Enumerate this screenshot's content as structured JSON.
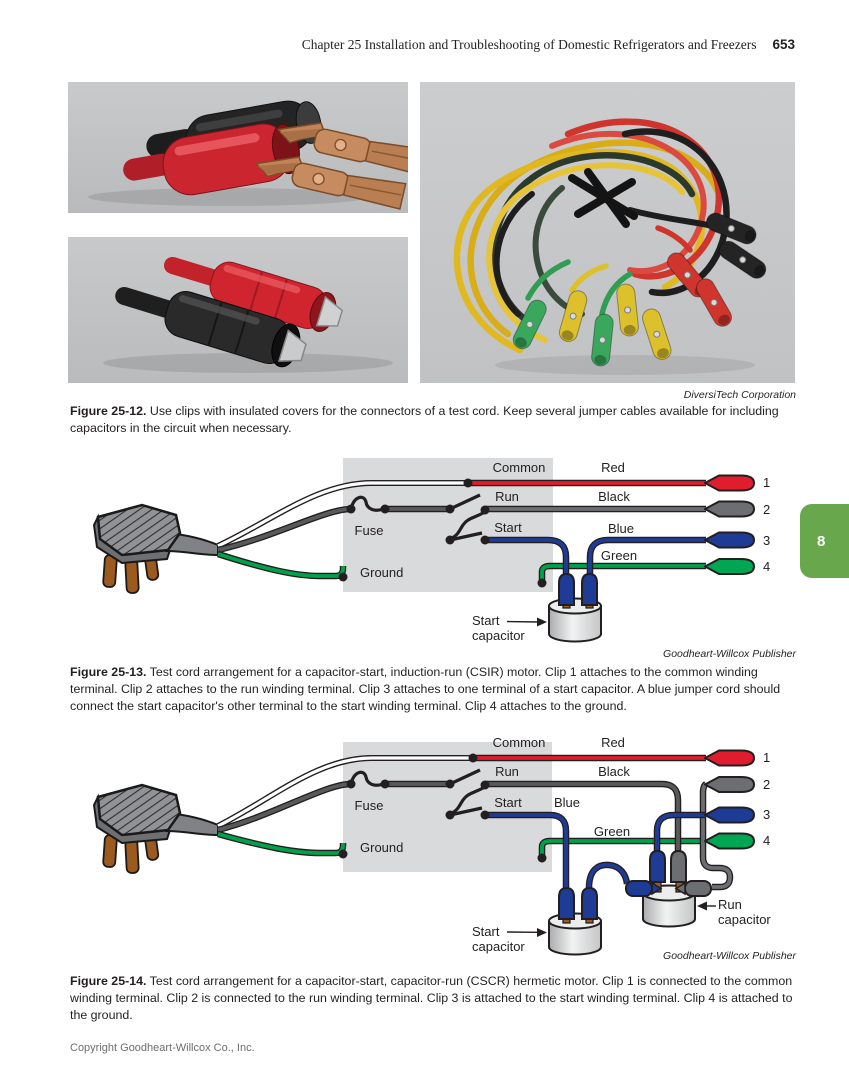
{
  "page": {
    "header": {
      "chapter_title": "Chapter 25 Installation and Troubleshooting of Domestic Refrigerators and Freezers",
      "page_number": "653"
    },
    "side_tab": {
      "label": "8"
    },
    "footer": {
      "copyright": "Copyright Goodheart-Willcox Co., Inc."
    }
  },
  "figure_25_12": {
    "credit": "DiversiTech Corporation",
    "caption_label": "Figure 25-12.",
    "caption_text": "Use clips with insulated covers for the connectors of a test cord. Keep several jumper cables available for including capacitors in the circuit when necessary."
  },
  "figure_25_13": {
    "credit": "Goodheart-Willcox Publisher",
    "caption_label": "Figure 25-13.",
    "caption_text": "Test cord arrangement for a capacitor-start, induction-run (CSIR) motor. Clip 1 attaches to the common winding terminal. Clip 2 attaches to the run winding terminal. Clip 3 attaches to one terminal of a start capacitor. A blue jumper cord should connect the start capacitor's other terminal to the start winding terminal. Clip 4 attaches to the ground.",
    "labels": {
      "common": "Common",
      "red": "Red",
      "run": "Run",
      "black": "Black",
      "fuse": "Fuse",
      "start": "Start",
      "blue": "Blue",
      "green": "Green",
      "ground": "Ground",
      "start_cap_1": "Start",
      "start_cap_2": "capacitor",
      "clip1": "1",
      "clip2": "2",
      "clip3": "3",
      "clip4": "4"
    }
  },
  "figure_25_14": {
    "credit": "Goodheart-Willcox Publisher",
    "caption_label": "Figure 25-14.",
    "caption_text": "Test cord arrangement for a capacitor-start, capacitor-run (CSCR) hermetic motor. Clip 1 is connected to the common winding terminal. Clip 2 is connected to the run winding terminal. Clip 3 is attached to the start winding terminal. Clip 4 is attached to the ground.",
    "labels": {
      "common": "Common",
      "red": "Red",
      "run": "Run",
      "black": "Black",
      "fuse": "Fuse",
      "start": "Start",
      "blue": "Blue",
      "green": "Green",
      "ground": "Ground",
      "start_cap_1": "Start",
      "start_cap_2": "capacitor",
      "run_cap_1": "Run",
      "run_cap_2": "capacitor",
      "clip1": "1",
      "clip2": "2",
      "clip3": "3",
      "clip4": "4"
    }
  },
  "colors": {
    "wire_red": "#e11c2c",
    "wire_black": "#58595b",
    "wire_blue": "#1e3c95",
    "wire_green": "#00a14b",
    "clip_green": "#00a651",
    "clip_gray": "#6d6e71",
    "tab_green": "#68a74b",
    "diagram_box": "#d9dadb"
  }
}
